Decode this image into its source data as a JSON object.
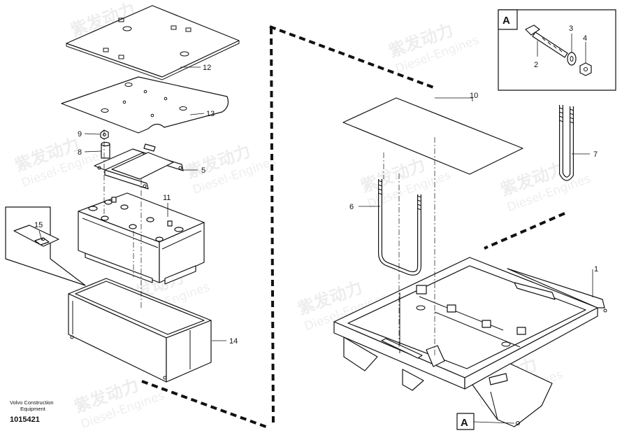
{
  "watermark": {
    "brand": "紫发动力",
    "text": "Diesel-Engines"
  },
  "callouts": {
    "p1": "1",
    "p2": "2",
    "p3": "3",
    "p4": "4",
    "p5": "5",
    "p6": "6",
    "p7": "7",
    "p8": "8",
    "p9": "9",
    "p10": "10",
    "p11": "11",
    "p12": "12",
    "p13": "13",
    "p14": "14",
    "p15": "15"
  },
  "detail_label": "A",
  "footer": {
    "maker_line1": "Volvo Construction",
    "maker_line2": "Equipment",
    "drawing_number": "1015421"
  }
}
